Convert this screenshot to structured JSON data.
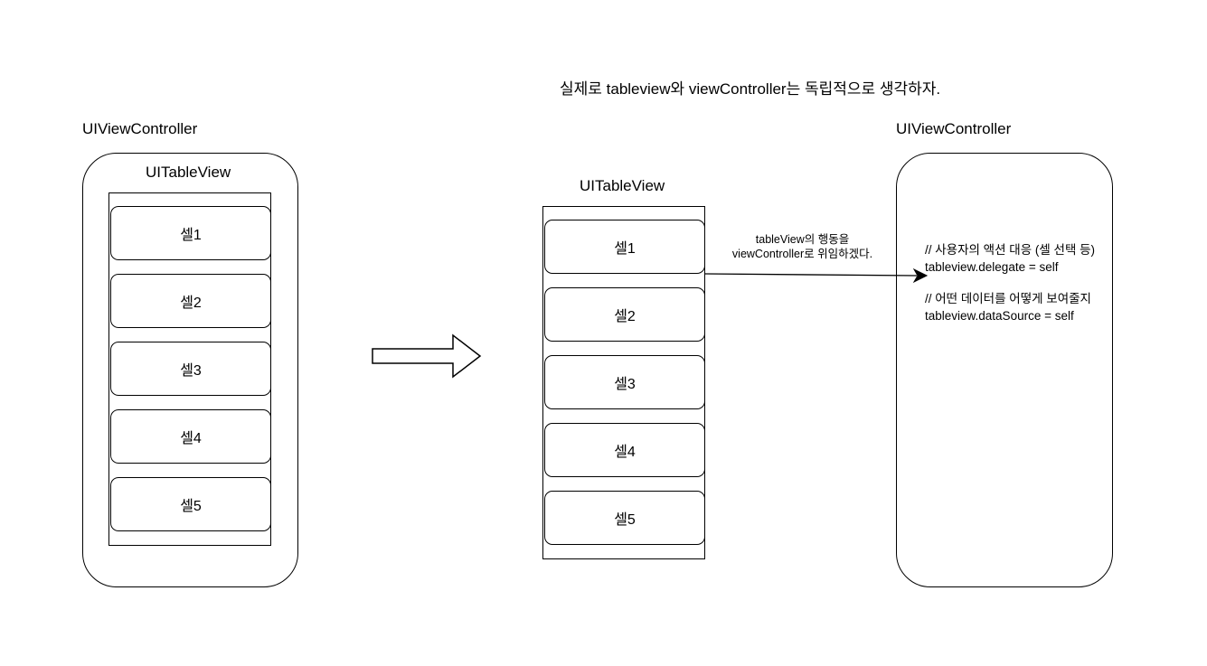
{
  "title": "실제로 tableview와 viewController는 독립적으로 생각하자.",
  "left": {
    "vc_label": "UIViewController",
    "table_label": "UITableView",
    "cells": [
      "셀1",
      "셀2",
      "셀3",
      "셀4",
      "셀5"
    ]
  },
  "middle": {
    "table_label": "UITableView",
    "cells": [
      "셀1",
      "셀2",
      "셀3",
      "셀4",
      "셀5"
    ]
  },
  "edge_label": {
    "line1": "tableView의 행동을",
    "line2": "viewController로 위임하겠다."
  },
  "right": {
    "vc_label": "UIViewController",
    "code": {
      "comment1": "// 사용자의 액션 대응 (셀 선택 등)",
      "line1": "tableview.delegate = self",
      "comment2": "// 어떤 데이터를 어떻게 보여줄지",
      "line2": "tableview.dataSource = self"
    }
  },
  "colors": {
    "stroke": "#000000",
    "background": "#ffffff"
  }
}
